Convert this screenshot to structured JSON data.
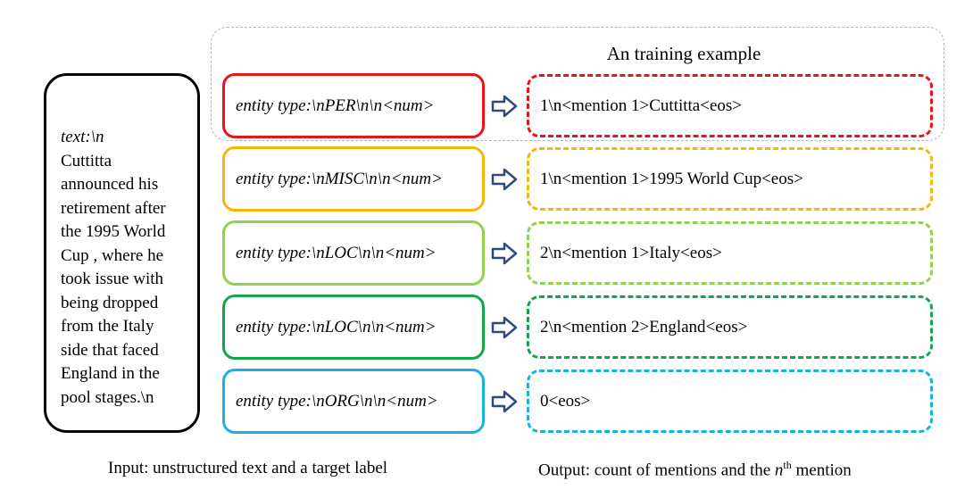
{
  "training_example_title": "An training example",
  "input_text": {
    "lines": [
      "text:\\n",
      "Cuttitta",
      "announced his",
      "retirement after",
      "the 1995 World",
      "Cup , where he",
      "took issue with",
      "being dropped",
      "from the Italy",
      "side that faced",
      "England in the",
      "pool stages.\\n"
    ]
  },
  "rows": [
    {
      "label": "entity type:\\nPER\\n\\n<num>",
      "output": "1\\n<mention 1>Cuttitta<eos>",
      "color": "#e8141c"
    },
    {
      "label": "entity type:\\nMISC\\n\\n<num>",
      "output": "1\\n<mention 1>1995 World Cup<eos>",
      "color": "#f5b60e"
    },
    {
      "label": "entity type:\\nLOC\\n\\n<num>",
      "output": "2\\n<mention 1>Italy<eos>",
      "color": "#93d050"
    },
    {
      "label": "entity type:\\nLOC\\n\\n<num>",
      "output": "2\\n<mention 2>England<eos>",
      "color": "#14a64a"
    },
    {
      "label": "entity type:\\nORG\\n\\n<num>",
      "output": "0<eos>",
      "color": "#1ab0e0"
    }
  ],
  "arrow_color": "#2e4a7e",
  "captions": {
    "left": "Input: unstructured text and a target label",
    "right_prefix": "Output: count of mentions and the ",
    "right_var": "n",
    "right_sup": "th",
    "right_suffix": " mention"
  }
}
